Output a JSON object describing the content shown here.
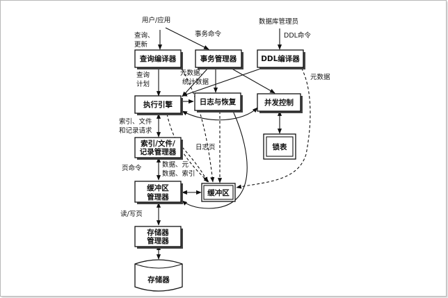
{
  "nodes": {
    "user_app": "用户/应用",
    "dbms_admin": "数据库管理员",
    "query_compiler": "查询编译器",
    "transaction_manager": "事务管理器",
    "ddl_compiler": "DDL编译器",
    "execution_engine": "执行引擎",
    "log_recovery": "日志与恢复",
    "concurrency_control": "并发控制",
    "lock_table": "锁表",
    "index_file_record_manager": [
      "索引/文件/",
      "记录管理器"
    ],
    "buffer_manager": [
      "缓冲区",
      "管理器"
    ],
    "buffer": "缓冲区",
    "storage_manager": [
      "存储器",
      "管理器"
    ],
    "storage": "存储器"
  },
  "labels": {
    "query_update": [
      "查询、",
      "更新"
    ],
    "transaction_commands": "事务命令",
    "ddl_commands": "DDL命令",
    "query_plan": [
      "查询",
      "计划"
    ],
    "metadata_stats": [
      "元数据、",
      "统计数据"
    ],
    "metadata": "元数据",
    "index_file_record_requests": [
      "索引、文件",
      "和记录请求"
    ],
    "log_pages": "日志页",
    "page_commands": "页命令",
    "data_meta_index": [
      "数据、元",
      "数据、索引"
    ],
    "read_write_pages": "读/写页"
  }
}
